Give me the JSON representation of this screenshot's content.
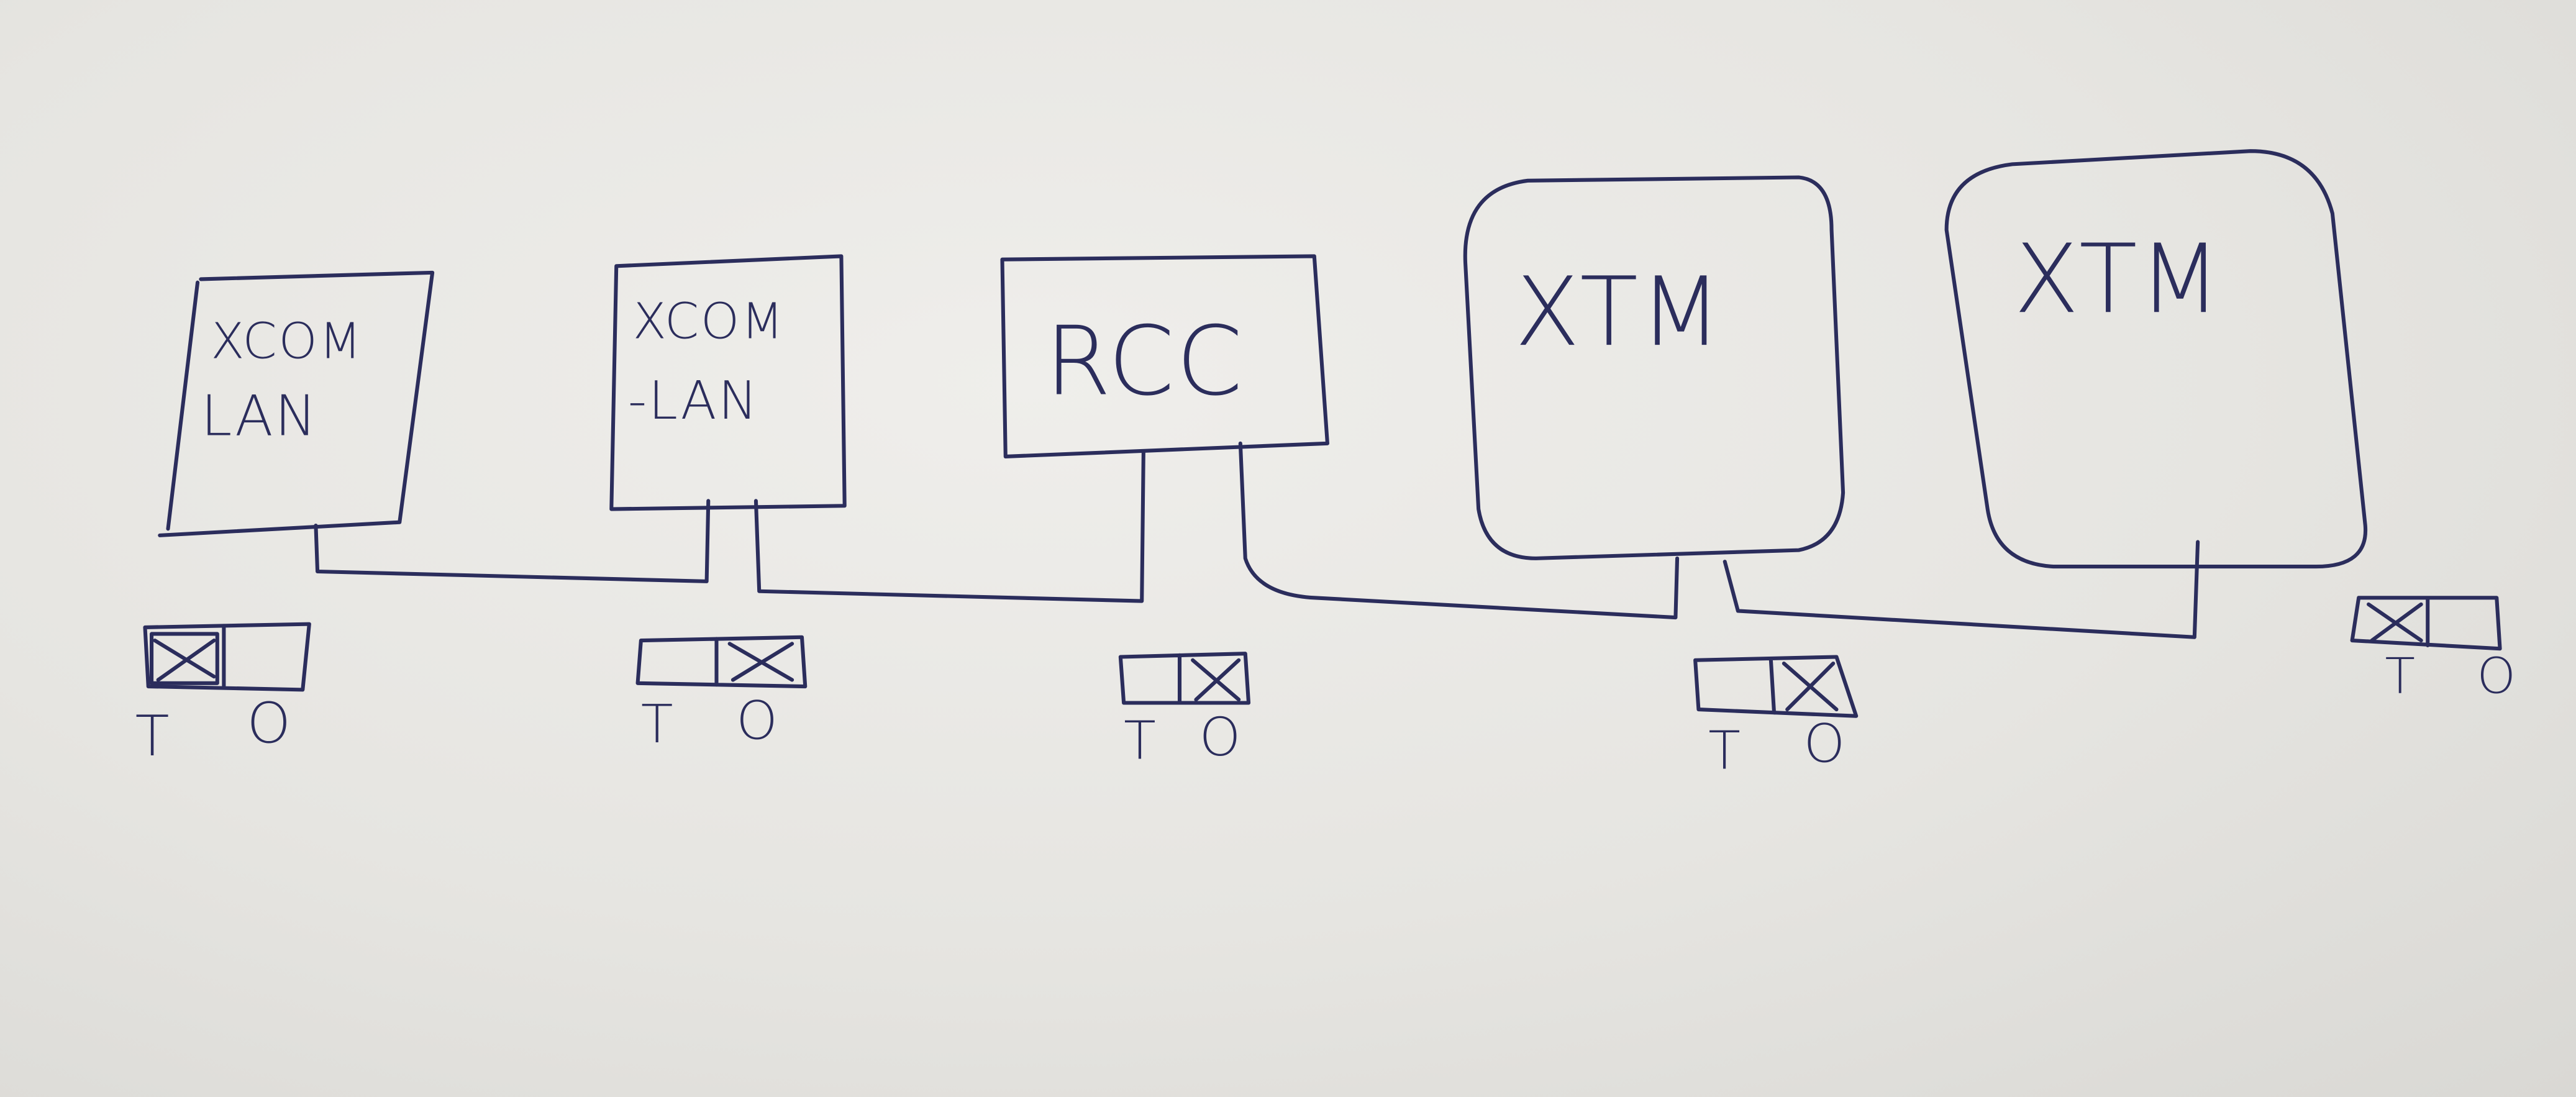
{
  "diagram": {
    "devices": [
      {
        "id": "xcom-lan-1",
        "lines": [
          "XCOM",
          "LAN"
        ]
      },
      {
        "id": "xcom-lan-2",
        "lines": [
          "XCOM",
          "-LAN"
        ]
      },
      {
        "id": "rcc",
        "lines": [
          "RCC"
        ]
      },
      {
        "id": "xtm-1",
        "lines": [
          "XTM"
        ]
      },
      {
        "id": "xtm-2",
        "lines": [
          "XTM"
        ]
      }
    ],
    "switches": [
      {
        "labels": [
          "T",
          "O"
        ],
        "selected": "T"
      },
      {
        "labels": [
          "T",
          "O"
        ],
        "selected": "O"
      },
      {
        "labels": [
          "T",
          "O"
        ],
        "selected": "O"
      },
      {
        "labels": [
          "T",
          "O"
        ],
        "selected": "O"
      },
      {
        "labels": [
          "T",
          "O"
        ],
        "selected": "T"
      }
    ],
    "ink_color": "#2b2d5c"
  }
}
